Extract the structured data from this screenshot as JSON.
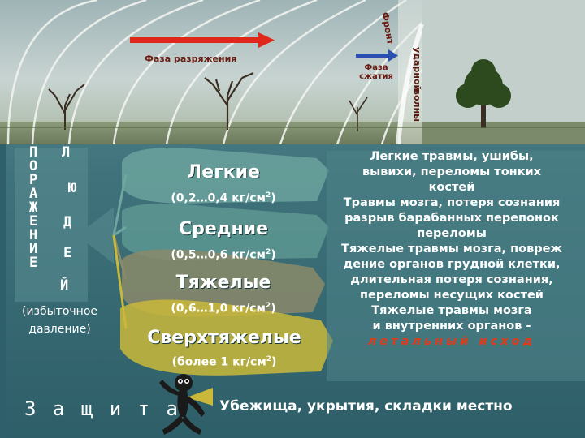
{
  "photo": {
    "phase_rarefaction": "Фаза разряжения",
    "phase_compression": "Фаза сжатия",
    "front": "Фронт",
    "shock_wave_1": "ударной",
    "shock_wave_2": "волны"
  },
  "left": {
    "column1": [
      "П",
      "О",
      "Р",
      "А",
      "Ж",
      "Е",
      "Н",
      "И",
      "Е"
    ],
    "column2": [
      "Л",
      "Ю",
      "Д",
      "Е",
      "Й"
    ],
    "note_line1": "(избыточное",
    "note_line2": "давление)"
  },
  "categories": [
    {
      "name": "Легкие",
      "range": "(0,2…0,4 кг/см",
      "sup": "2",
      "close": ")"
    },
    {
      "name": "Средние",
      "range": "(0,5…0,6 кг/см",
      "sup": "2",
      "close": ")"
    },
    {
      "name": "Тяжелые",
      "range": "(0,6…1,0 кг/см",
      "sup": "2",
      "close": ")"
    },
    {
      "name": "Сверхтяжелые",
      "range": "(более 1 кг/см",
      "sup": "2",
      "close": ")"
    }
  ],
  "descriptions": {
    "light": [
      "Легкие травмы, ушибы,",
      "вывихи, переломы тонких",
      "костей"
    ],
    "medium": [
      "Травмы мозга, потеря сознания",
      "разрыв барабанных перепонок",
      "переломы"
    ],
    "heavy": [
      "Тяжелые травмы мозга, повреж",
      "дение органов грудной клетки,",
      "длительная потеря сознания,",
      "переломы несущих костей"
    ],
    "extreme": [
      "Тяжелые травмы мозга",
      "и внутренних органов -"
    ],
    "outcome": "летальный исход"
  },
  "defense": {
    "title": "З а щ и т а",
    "text": "Убежища, укрытия, складки местно"
  },
  "colors": {
    "arrow_red": "#e0281a",
    "outcome_red": "#e03a1a",
    "band_light": "#6ea6a0",
    "band_heavy": "#8a8a6a",
    "band_extreme": "#c9b83a"
  }
}
